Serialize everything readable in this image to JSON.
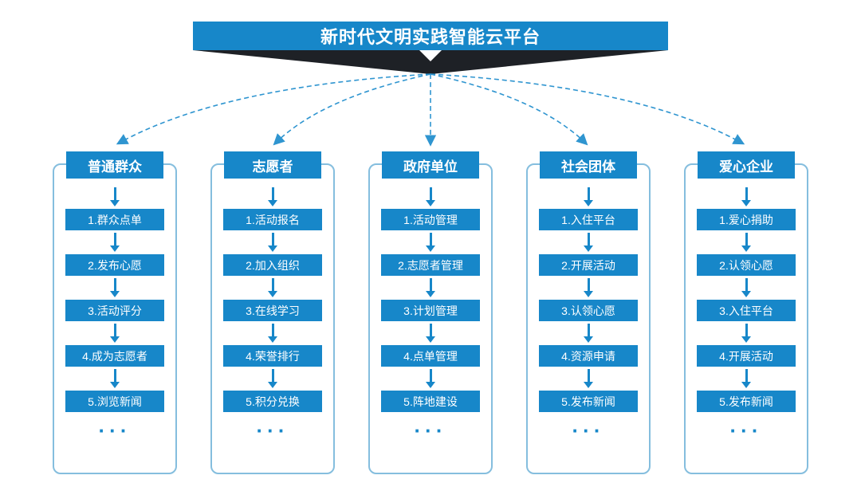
{
  "title": "新时代文明实践智能云平台",
  "columns": [
    {
      "header": "普通群众",
      "items": [
        "1.群众点单",
        "2.发布心愿",
        "3.活动评分",
        "4.成为志愿者",
        "5.浏览新闻"
      ],
      "more": "···"
    },
    {
      "header": "志愿者",
      "items": [
        "1.活动报名",
        "2.加入组织",
        "3.在线学习",
        "4.荣誉排行",
        "5.积分兑换"
      ],
      "more": "···"
    },
    {
      "header": "政府单位",
      "items": [
        "1.活动管理",
        "2.志愿者管理",
        "3.计划管理",
        "4.点单管理",
        "5.阵地建设"
      ],
      "more": "···"
    },
    {
      "header": "社会团体",
      "items": [
        "1.入住平台",
        "2.开展活动",
        "3.认领心愿",
        "4.资源申请",
        "5.发布新闻"
      ],
      "more": "···"
    },
    {
      "header": "爱心企业",
      "items": [
        "1.爱心捐助",
        "2.认领心愿",
        "3.入住平台",
        "4.开展活动",
        "5.发布新闻"
      ],
      "more": "···"
    }
  ],
  "colors": {
    "primary": "#1787c9",
    "arrow": "#2f95d0",
    "border": "#85bede",
    "shadow": "#1e2126"
  }
}
